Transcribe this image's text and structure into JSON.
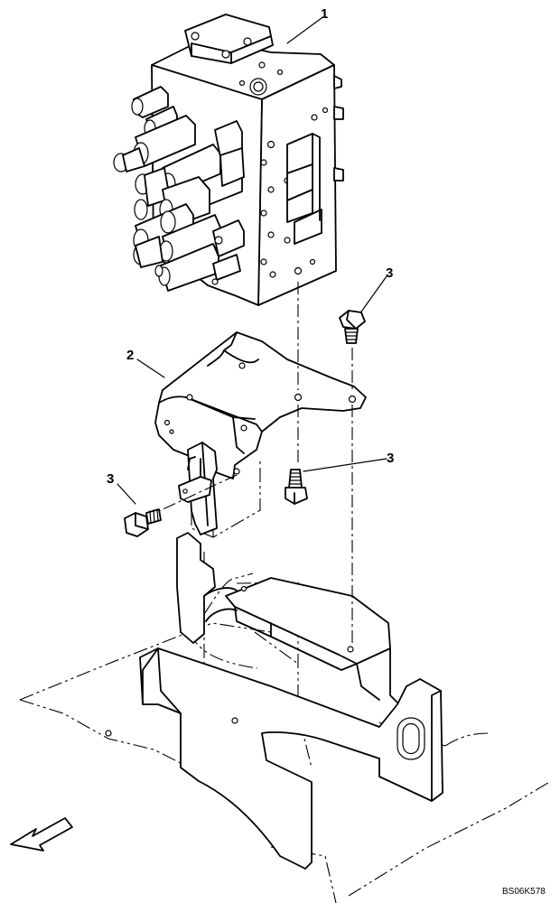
{
  "callouts": {
    "part_1": "1",
    "part_2": "2",
    "part_3_upper": "3",
    "part_3_middle": "3",
    "part_3_left": "3"
  },
  "drawing_code": "BS06K578",
  "icons": {
    "direction_arrow": "front-direction-arrow-icon"
  }
}
